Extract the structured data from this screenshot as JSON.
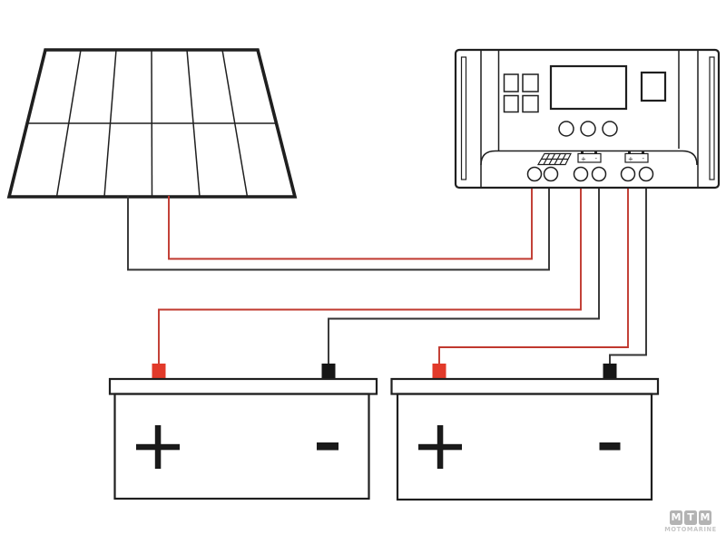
{
  "diagram": {
    "type": "wiring-diagram",
    "subject": "solar panel to charge controller to two batteries"
  },
  "solar_panel": {
    "columns": 6,
    "rows": 2
  },
  "controller": {
    "small_buttons_count": 4,
    "round_buttons_count": 3,
    "terminals_count": 6,
    "terminal_groups": [
      {
        "icon": "solar-panel-icon"
      },
      {
        "icon": "battery-icon",
        "plus": "+",
        "minus": "-"
      },
      {
        "icon": "battery-icon",
        "plus": "+",
        "minus": "-"
      }
    ]
  },
  "battery1": {
    "plus": "+",
    "minus": "-"
  },
  "battery2": {
    "plus": "+",
    "minus": "-"
  },
  "wires": {
    "pv_positive": "red",
    "pv_negative": "black",
    "bat1_positive": "red",
    "bat1_negative": "black",
    "bat2_positive": "red",
    "bat2_negative": "black"
  },
  "logo": {
    "letters": [
      "M",
      "T",
      "M"
    ],
    "subtitle": "MOTOMARINE"
  },
  "colors": {
    "line": "#1f1f1f",
    "wire-red": "#c0382e",
    "wire-black": "#323232",
    "terminal-red": "#e23a2a",
    "terminal-black": "#161616",
    "symbol-black": "#1a1a1a",
    "logo-gray": "#b3b3b3",
    "logo-text": "#c6c6c6"
  }
}
